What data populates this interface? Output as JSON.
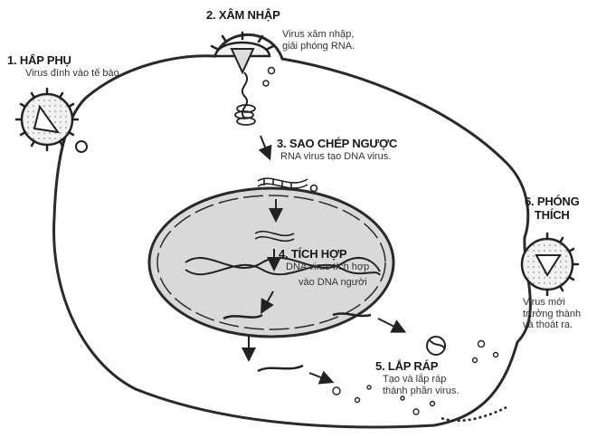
{
  "steps": [
    {
      "title": "1. HẤP PHỤ",
      "desc": "Virus đính vào tế bào."
    },
    {
      "title": "2. XÂM NHẬP",
      "desc_lines": [
        "Virus xâm nhập,",
        "giải phóng RNA."
      ]
    },
    {
      "title": "3. SAO CHÉP NGƯỢC",
      "desc": "RNA virus tạo DNA virus."
    },
    {
      "title": "4. TÍCH HỢP",
      "desc_lines": [
        "DNA virus tích hợp",
        "vào DNA người"
      ]
    },
    {
      "title": "5. LẮP RÁP",
      "desc_lines": [
        "Tạo và lắp ráp",
        "thành phần virus."
      ]
    },
    {
      "title_lines": [
        "6. PHÓNG",
        "THÍCH"
      ],
      "desc_lines": [
        "Virus mới",
        "trưởng thành",
        "và thoát ra."
      ]
    }
  ],
  "colors": {
    "outline": "#2a2a2a",
    "nucleus_fill": "#d9d9d9",
    "virus_fill": "#f2f2f2"
  }
}
